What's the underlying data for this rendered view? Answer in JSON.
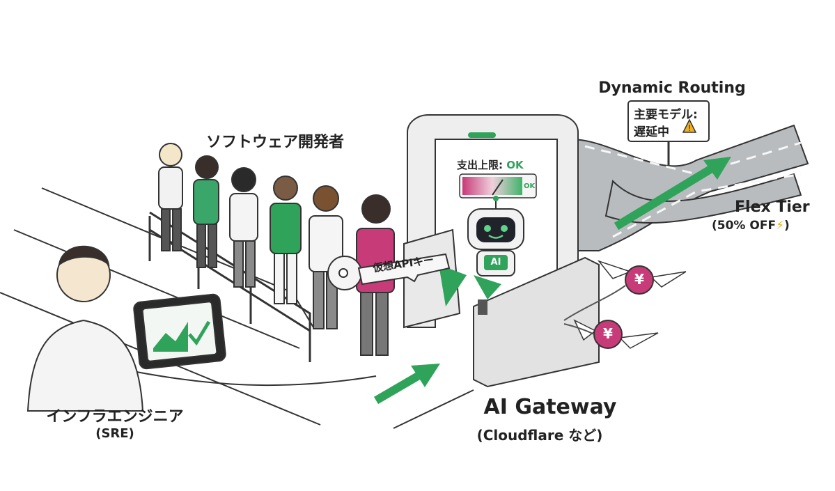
{
  "labels": {
    "developers": "ソフトウェア開発者",
    "sre_title": "インフラエンジニア",
    "sre_sub": "(SRE)",
    "gateway_title": "AI Gateway",
    "gateway_sub": "(Cloudflare など)",
    "routing_title": "Dynamic Routing",
    "sign_line1": "主要モデル:",
    "sign_line2": "遅延中",
    "flex_title": "Flex Tier",
    "flex_sub": "(50% OFF",
    "budget_label": "支出上限:",
    "budget_status": "OK",
    "gauge_ok": "OK",
    "key_label": "仮想APIキー",
    "robot_badge": "AI",
    "coin_symbol": "¥"
  },
  "colors": {
    "accent_green": "#2fa35a",
    "magenta": "#c73b78",
    "warning": "#f2b01e",
    "ink": "#333333"
  },
  "icons": [
    "warning-icon",
    "lightning-icon",
    "check-icon",
    "robot-icon",
    "key-icon",
    "coin-icon"
  ]
}
